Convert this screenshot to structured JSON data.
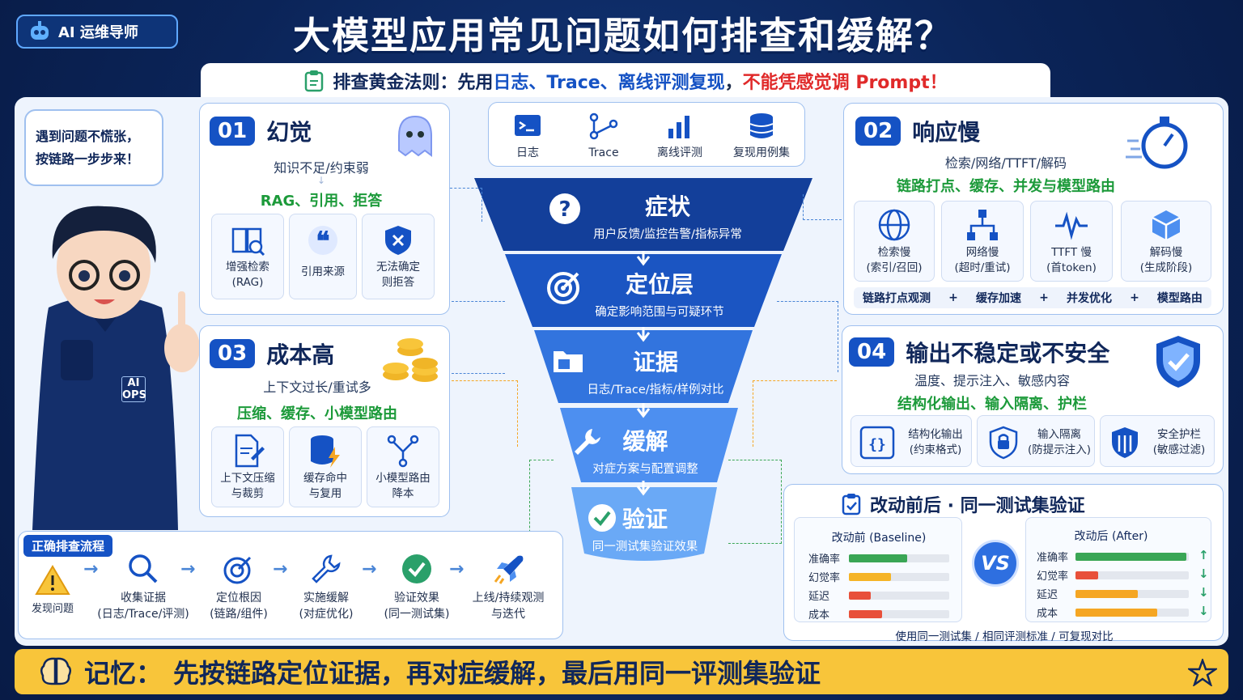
{
  "badge": "AI 运维导师",
  "title": "大模型应用常见问题如何排查和缓解？",
  "rule": {
    "prefix": "排查黄金法则：先用",
    "blue": "日志、Trace、离线评测复现",
    "comma": "，",
    "red": "不能凭感觉调 Prompt！"
  },
  "bubble": [
    "遇到问题不慌张，",
    "按链路一步步来！"
  ],
  "hoodie": [
    "AI",
    "OPS"
  ],
  "tools": [
    {
      "label": "日志"
    },
    {
      "label": "Trace"
    },
    {
      "label": "离线评测"
    },
    {
      "label": "复现用例集"
    }
  ],
  "c1": {
    "num": "01",
    "title": "幻觉",
    "sub": "知识不足/约束弱",
    "fix": "RAG、引用、拒答",
    "tiles": [
      [
        "增强检索",
        "(RAG)"
      ],
      [
        "引用来源"
      ],
      [
        "无法确定",
        "则拒答"
      ]
    ]
  },
  "c2": {
    "num": "02",
    "title": "响应慢",
    "sub": "检索/网络/TTFT/解码",
    "fix": "链路打点、缓存、并发与模型路由",
    "tiles": [
      [
        "检索慢",
        "(索引/召回)"
      ],
      [
        "网络慢",
        "(超时/重试)"
      ],
      [
        "TTFT 慢",
        "(首token)"
      ],
      [
        "解码慢",
        "(生成阶段)"
      ]
    ],
    "strip": [
      "链路打点观测",
      "+",
      "缓存加速",
      "+",
      "并发优化",
      "+",
      "模型路由"
    ]
  },
  "c3": {
    "num": "03",
    "title": "成本高",
    "sub": "上下文过长/重试多",
    "fix": "压缩、缓存、小模型路由",
    "tiles": [
      [
        "上下文压缩",
        "与裁剪"
      ],
      [
        "缓存命中",
        "与复用"
      ],
      [
        "小模型路由",
        "降本"
      ]
    ]
  },
  "c4": {
    "num": "04",
    "title": "输出不稳定或不安全",
    "sub": "温度、提示注入、敏感内容",
    "fix": "结构化输出、输入隔离、护栏",
    "tiles": [
      [
        "结构化输出",
        "(约束格式)"
      ],
      [
        "输入隔离",
        "(防提示注入)"
      ],
      [
        "安全护栏",
        "(敏感过滤)"
      ]
    ]
  },
  "funnel": [
    {
      "t": "症状",
      "s": "用户反馈/监控告警/指标异常"
    },
    {
      "t": "定位层",
      "s": "确定影响范围与可疑环节"
    },
    {
      "t": "证据",
      "s": "日志/Trace/指标/样例对比"
    },
    {
      "t": "缓解",
      "s": "对症方案与配置调整"
    },
    {
      "t": "验证",
      "s": "同一测试集验证效果"
    }
  ],
  "flow": {
    "label": "正确排查流程",
    "steps": [
      [
        "发现问题"
      ],
      [
        "收集证据",
        "(日志/Trace/评测)"
      ],
      [
        "定位根因",
        "(链路/组件)"
      ],
      [
        "实施缓解",
        "(对症优化)"
      ],
      [
        "验证效果",
        "(同一测试集)"
      ],
      [
        "上线/持续观测",
        "与迭代"
      ]
    ]
  },
  "compare": {
    "title": "改动前后 · 同一测试集验证",
    "before": "改动前 (Baseline)",
    "after": "改动后 (After)",
    "vs": "VS",
    "metrics": [
      "准确率",
      "幻觉率",
      "延迟",
      "成本"
    ],
    "before_vals": [
      0.58,
      0.42,
      0.22,
      0.33
    ],
    "after_vals": [
      0.98,
      0.2,
      0.55,
      0.72
    ],
    "trend": [
      "↑",
      "↓",
      "↓",
      "↓"
    ],
    "footer": "使用同一测试集 / 相同评测标准 / 可复现对比"
  },
  "memory": {
    "label": "记忆：",
    "text": "先按链路定位证据，再对症缓解，最后用同一评测集验证"
  }
}
